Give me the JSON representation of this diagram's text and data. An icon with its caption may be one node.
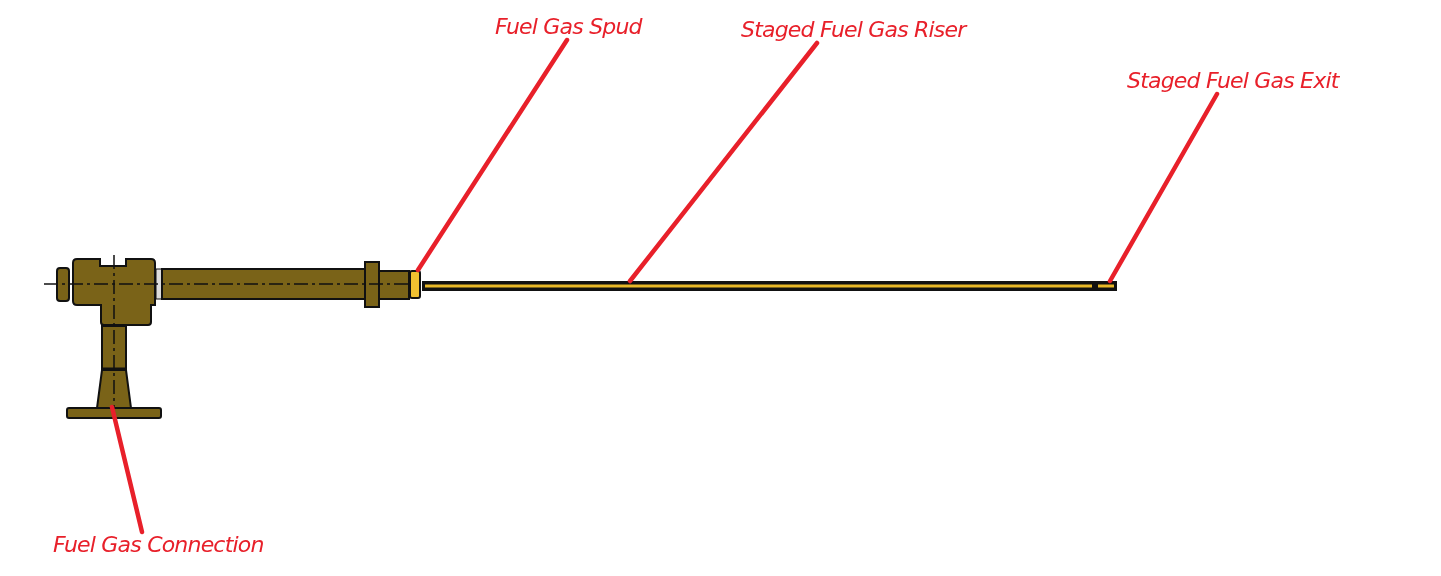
{
  "diagram": {
    "nodes": [
      {
        "text": [
          "Fuel Gas Spud"
        ]
      },
      {
        "text": [
          "Staged Fuel Gas Riser"
        ]
      },
      {
        "text": [
          "Staged Fuel Gas Exit"
        ]
      },
      {
        "text": [
          "Fuel Gas Connection"
        ]
      },
      {
        "text": [],
        "shape": "box"
      },
      {
        "text": [],
        "shape": "box"
      },
      {
        "text": [],
        "shape": "bar"
      },
      {
        "text": [],
        "shape": "bar"
      }
    ],
    "edges": [
      {
        "from": 0,
        "to": 5,
        "arrow": "none"
      },
      {
        "from": 1,
        "to": 6,
        "arrow": "none"
      },
      {
        "from": 2,
        "to": 7,
        "arrow": "none"
      },
      {
        "from": 3,
        "to": 4,
        "arrow": "none"
      }
    ]
  }
}
